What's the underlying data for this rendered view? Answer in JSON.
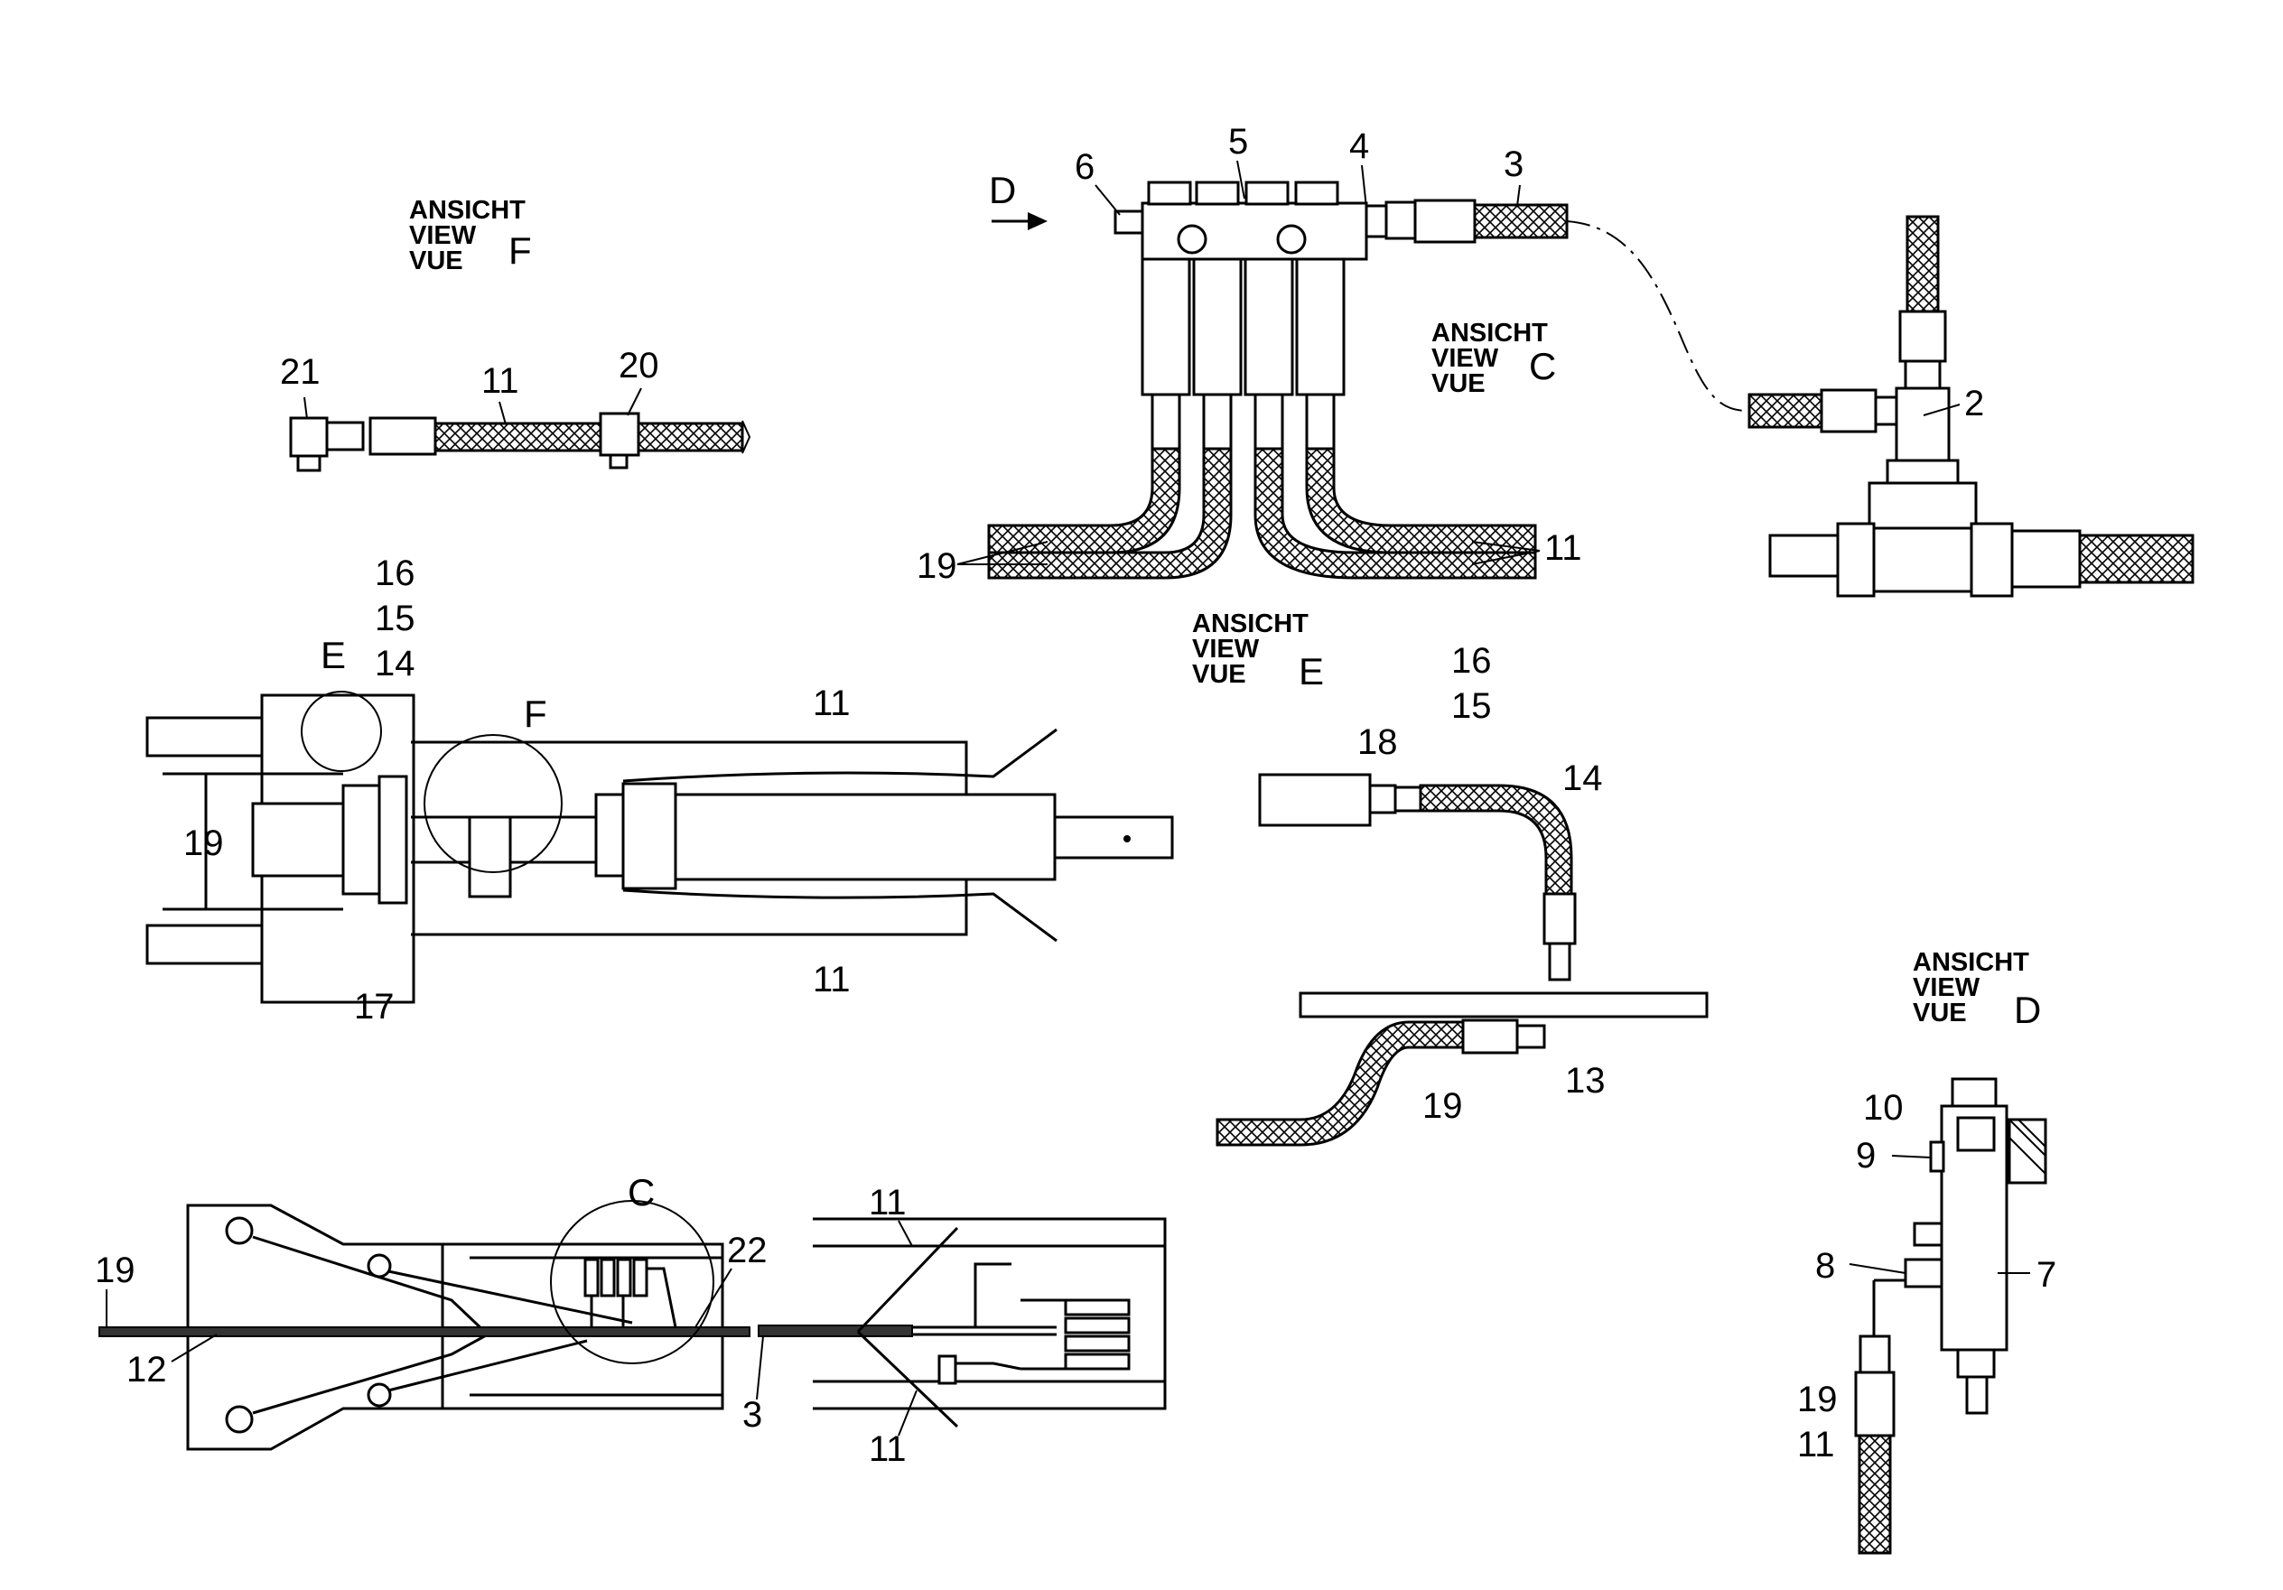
{
  "views": {
    "F": {
      "line1": "ANSICHT",
      "line2": "VIEW",
      "line3": "VUE",
      "letter": "F"
    },
    "C": {
      "line1": "ANSICHT",
      "line2": "VIEW",
      "line3": "VUE",
      "letter": "C"
    },
    "E": {
      "line1": "ANSICHT",
      "line2": "VIEW",
      "line3": "VUE",
      "letter": "E"
    },
    "D": {
      "line1": "ANSICHT",
      "line2": "VIEW",
      "line3": "VUE",
      "letter": "D"
    }
  },
  "labels": {
    "viewF": {
      "p21": "21",
      "p11": "11",
      "p20": "20"
    },
    "viewC": {
      "arrowD": "D",
      "p6": "6",
      "p5": "5",
      "p4": "4",
      "p3": "3",
      "p2": "2",
      "p19": "19",
      "p11": "11"
    },
    "main": {
      "p16": "16",
      "p15": "15",
      "p14": "14",
      "detailE": "E",
      "detailF": "F",
      "p11top": "11",
      "p19": "19",
      "p11bottom": "11",
      "p17": "17"
    },
    "viewE": {
      "p16": "16",
      "p15": "15",
      "p18": "18",
      "p14": "14",
      "p13": "13",
      "p19": "19"
    },
    "viewD": {
      "p10": "10",
      "p9": "9",
      "p8": "8",
      "p7": "7",
      "p19": "19",
      "p11": "11"
    },
    "bottom": {
      "detailC": "C",
      "p19": "19",
      "p12": "12",
      "p22": "22",
      "p3": "3",
      "p11top": "11",
      "p11bottom": "11"
    }
  }
}
